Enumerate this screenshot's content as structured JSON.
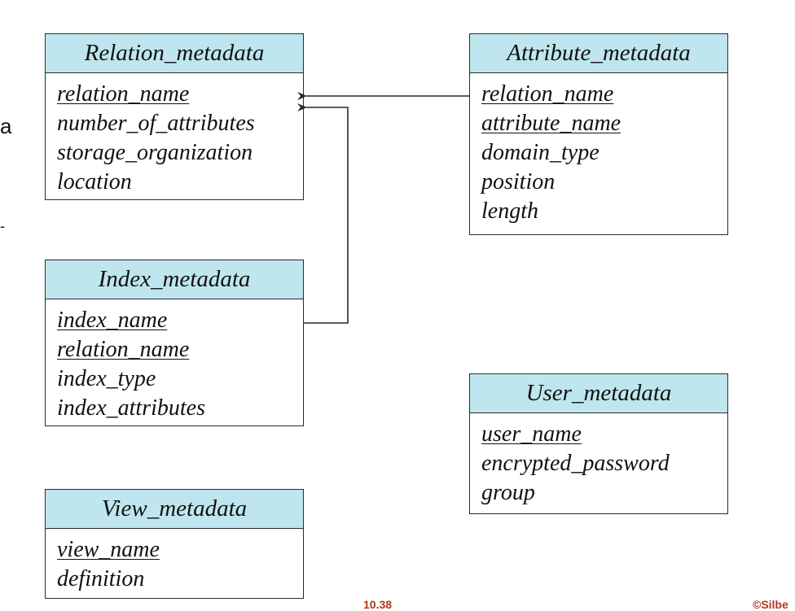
{
  "tables": {
    "relation": {
      "title": "Relation_metadata",
      "fields": [
        "relation_name",
        "number_of_attributes",
        "storage_organization",
        "location"
      ],
      "keys": [
        true,
        false,
        false,
        false
      ]
    },
    "attribute": {
      "title": "Attribute_metadata",
      "fields": [
        "relation_name",
        "attribute_name",
        "domain_type",
        "position",
        "length"
      ],
      "keys": [
        true,
        true,
        false,
        false,
        false
      ]
    },
    "index": {
      "title": "Index_metadata",
      "fields": [
        "index_name",
        "relation_name",
        "index_type",
        "index_attributes"
      ],
      "keys": [
        true,
        true,
        false,
        false
      ]
    },
    "user": {
      "title": "User_metadata",
      "fields": [
        "user_name",
        "encrypted_password",
        "group"
      ],
      "keys": [
        true,
        false,
        false
      ]
    },
    "view": {
      "title": "View_metadata",
      "fields": [
        "view_name",
        "definition"
      ],
      "keys": [
        true,
        false
      ]
    }
  },
  "relationships": [
    {
      "from": "attribute.relation_name",
      "to": "relation.relation_name"
    },
    {
      "from": "index.relation_name",
      "to": "relation.relation_name"
    }
  ],
  "side_fragments": {
    "a": "a",
    "dash": "-"
  },
  "footer": {
    "page_number": "10.38",
    "copyright": "©Silbe"
  },
  "colors": {
    "header_fill": "#bfe6ee",
    "border": "#2a2a2a",
    "footer_text": "#b5351f"
  }
}
